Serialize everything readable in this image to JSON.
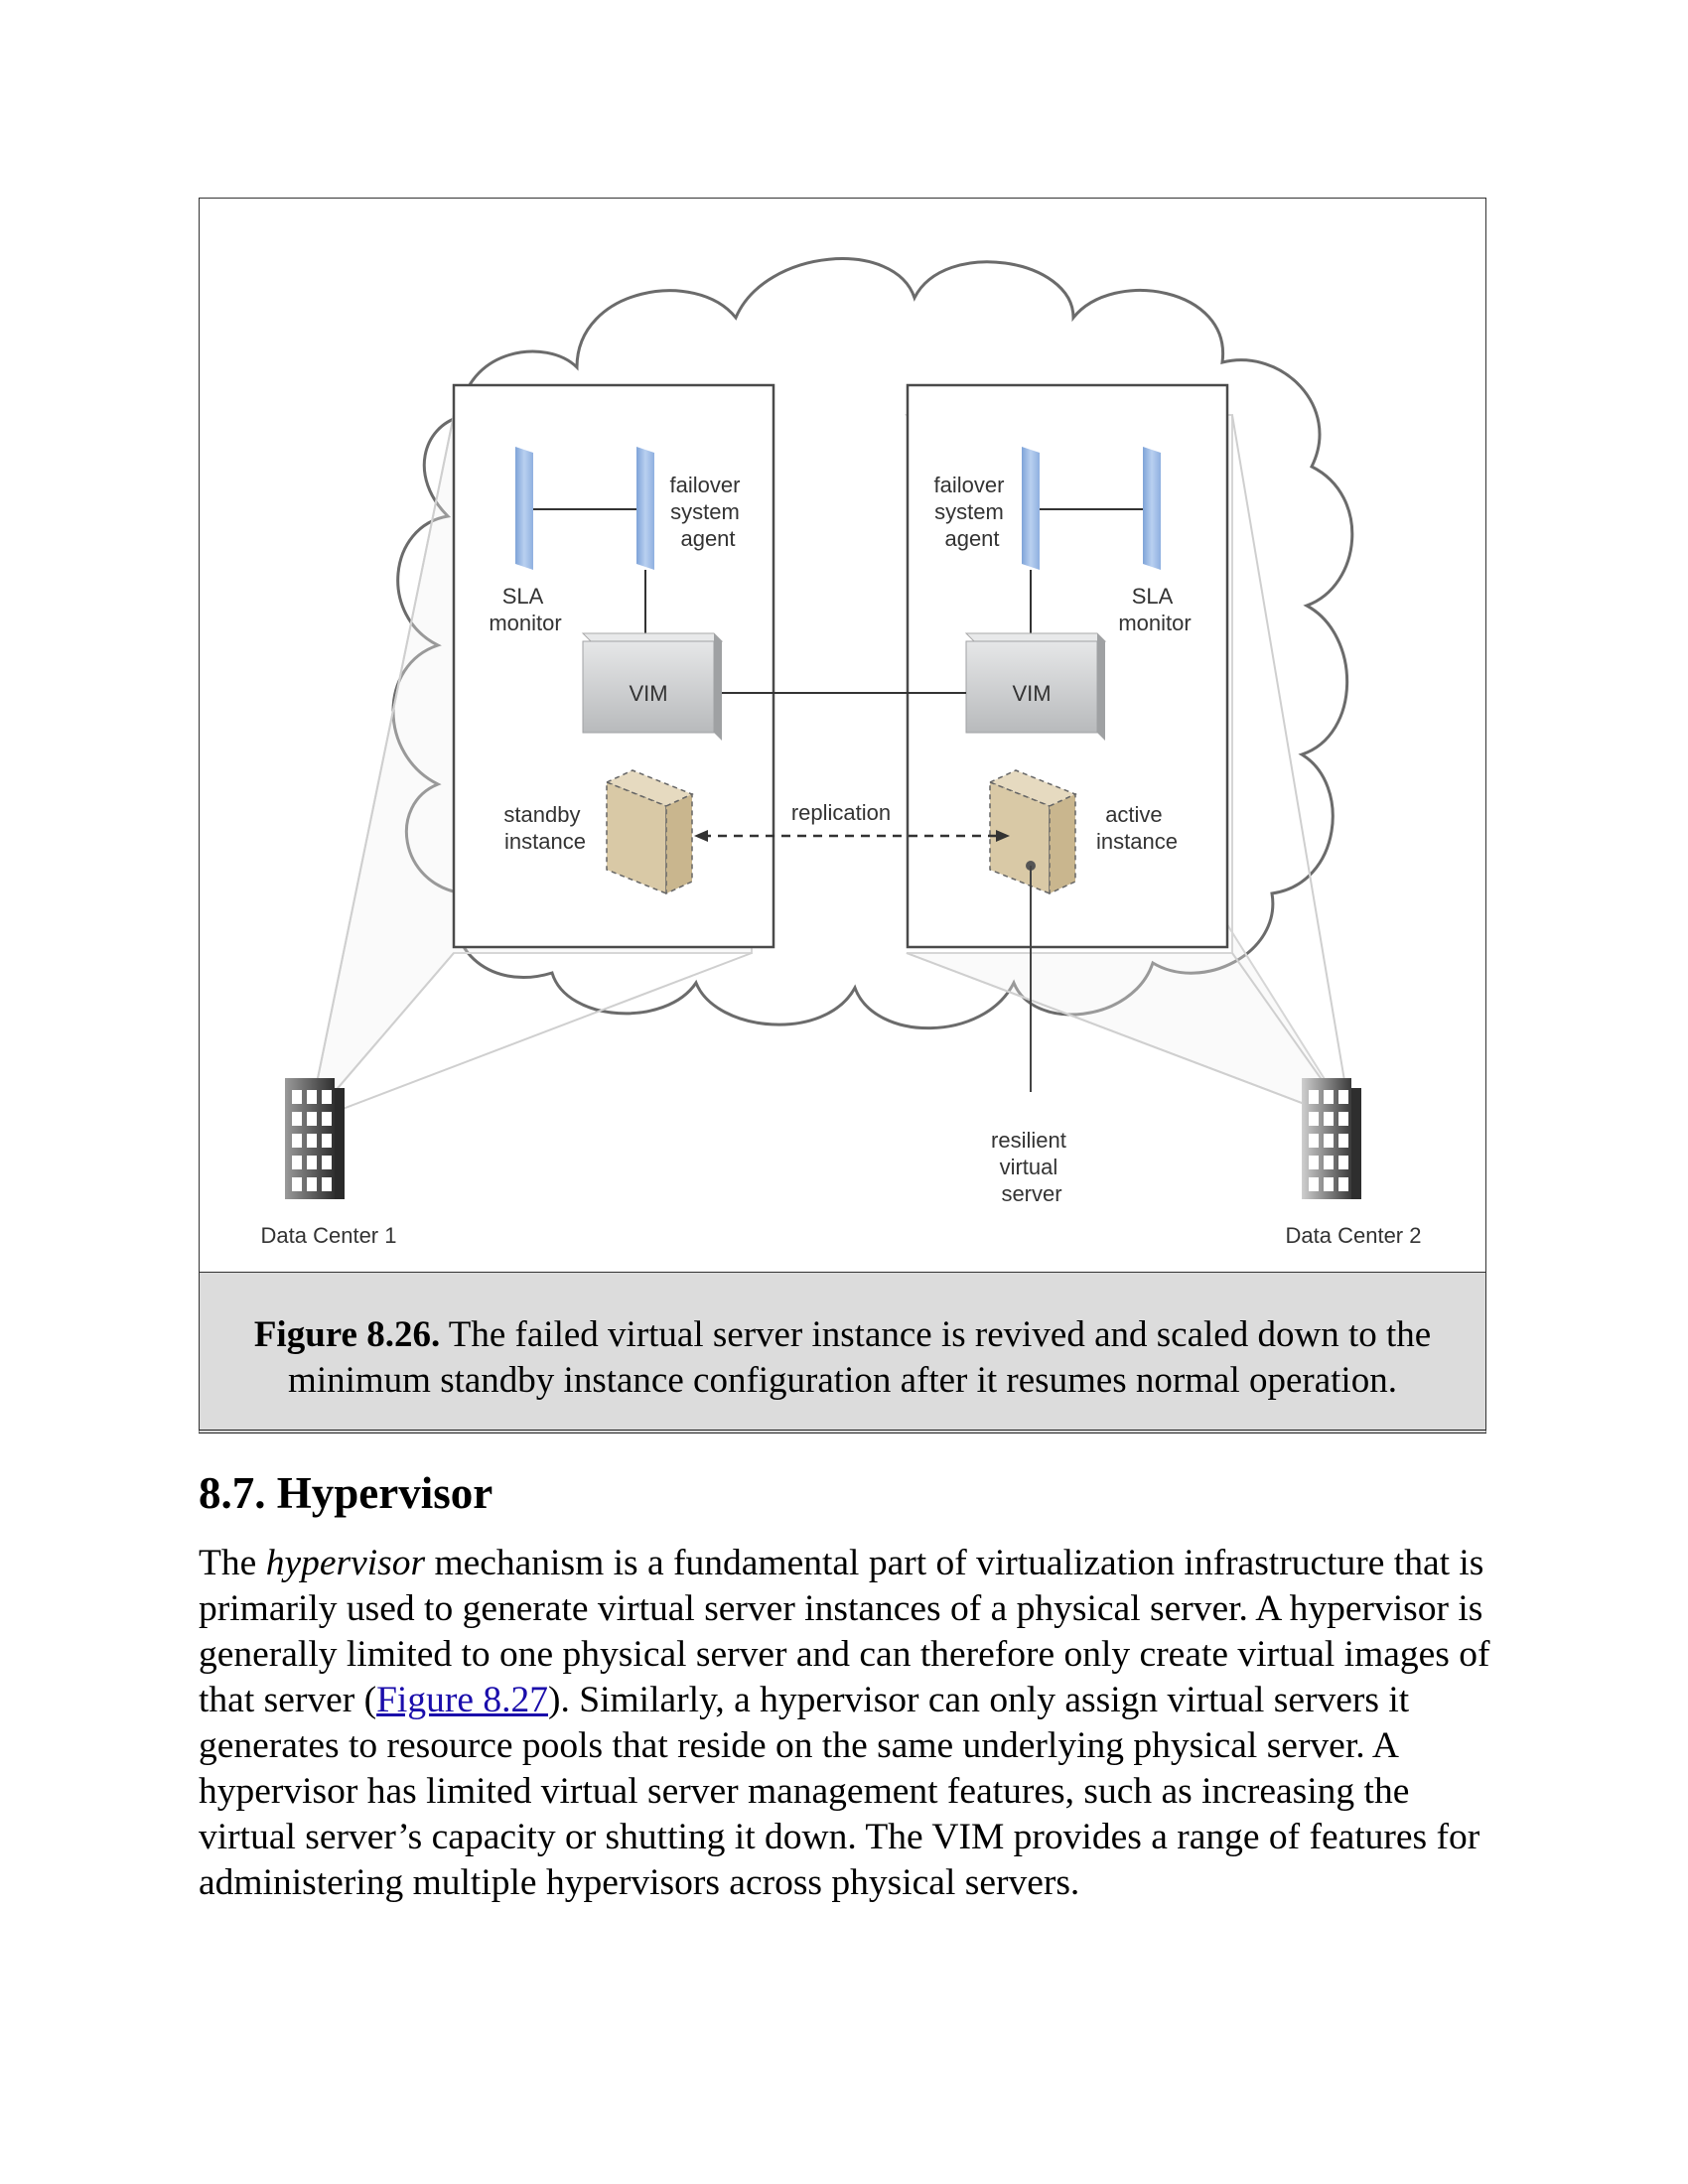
{
  "figure": {
    "labels": {
      "failover_left": [
        "failover",
        "system",
        "agent"
      ],
      "sla_left": [
        "SLA",
        "monitor"
      ],
      "vim_left": "VIM",
      "standby": [
        "standby",
        "instance"
      ],
      "replication": "replication",
      "failover_right": [
        "failover",
        "system",
        "agent"
      ],
      "sla_right": [
        "SLA",
        "monitor"
      ],
      "vim_right": "VIM",
      "active": [
        "active",
        "instance"
      ],
      "resilient": [
        "resilient",
        "virtual",
        "server"
      ],
      "dc1": "Data Center 1",
      "dc2": "Data Center 2"
    },
    "colors": {
      "cloud_stroke": "#6b6b6b",
      "bar_blue": "#a9c4ea",
      "vim_gray": "#c9cbcd",
      "server_tan": "#d9c9a6"
    }
  },
  "caption": {
    "label": "Figure 8.26.",
    "text": " The failed virtual server instance is revived and scaled down to the minimum standby instance configuration after it resumes normal operation."
  },
  "section": {
    "heading": "8.7. Hypervisor"
  },
  "paragraph": {
    "p1": "The ",
    "em": "hypervisor",
    "p2": " mechanism is a fundamental part of virtualization infrastructure that is primarily used to generate virtual server instances of a physical server. A hypervisor is generally limited to one physical server and can therefore only create virtual images of that server (",
    "link": "Figure 8.27",
    "p3": "). Similarly, a hypervisor can only assign virtual servers it generates to resource pools that reside on the same underlying physical server. A hypervisor has limited virtual server management features, such as increasing the virtual server’s capacity or shutting it down. The VIM provides a range of features for administering multiple hypervisors across physical servers."
  }
}
